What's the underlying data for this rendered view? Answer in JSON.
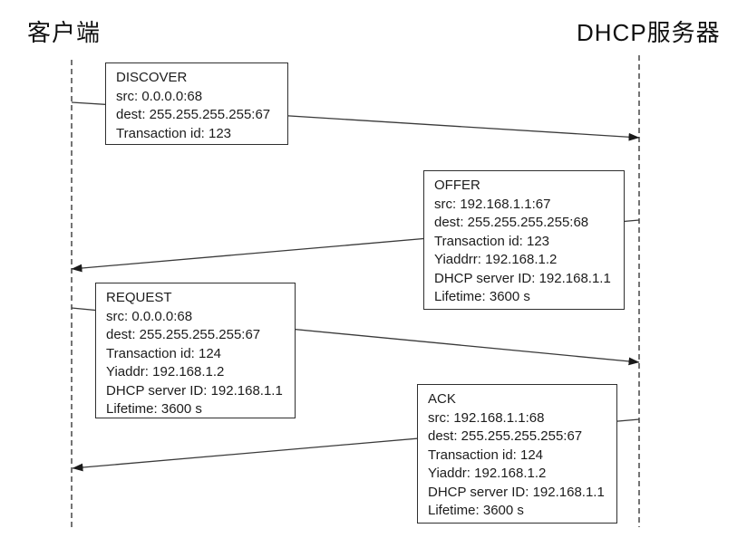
{
  "diagram": {
    "type": "sequence-diagram",
    "topic": "DHCP message exchange",
    "actors": {
      "client": {
        "label": "客户端"
      },
      "server": {
        "label": "DHCP服务器"
      }
    },
    "messages": {
      "discover": {
        "title": "DISCOVER",
        "direction": "client-to-server",
        "lines": [
          "src: 0.0.0.0:68",
          "dest: 255.255.255.255:67",
          "Transaction id: 123"
        ]
      },
      "offer": {
        "title": "OFFER",
        "direction": "server-to-client",
        "lines": [
          "src: 192.168.1.1:67",
          "dest: 255.255.255.255:68",
          "Transaction id: 123",
          "Yiaddrr: 192.168.1.2",
          "DHCP server ID: 192.168.1.1",
          "Lifetime: 3600 s"
        ]
      },
      "request": {
        "title": "REQUEST",
        "direction": "client-to-server",
        "lines": [
          "src: 0.0.0.0:68",
          "dest: 255.255.255.255:67",
          "Transaction id: 124",
          "Yiaddr: 192.168.1.2",
          "DHCP server ID: 192.168.1.1",
          "Lifetime: 3600 s"
        ]
      },
      "ack": {
        "title": "ACK",
        "direction": "server-to-client",
        "lines": [
          "src: 192.168.1.1:68",
          "dest: 255.255.255.255:67",
          "Transaction id: 124",
          "Yiaddr: 192.168.1.2",
          "DHCP server ID: 192.168.1.1",
          "Lifetime: 3600 s"
        ]
      }
    },
    "colors": {
      "line": "#3a3a3a",
      "arrowhead": "#1a1a1a",
      "text": "#1c1c1c",
      "box_background": "#ffffff",
      "background": "#ffffff"
    }
  }
}
